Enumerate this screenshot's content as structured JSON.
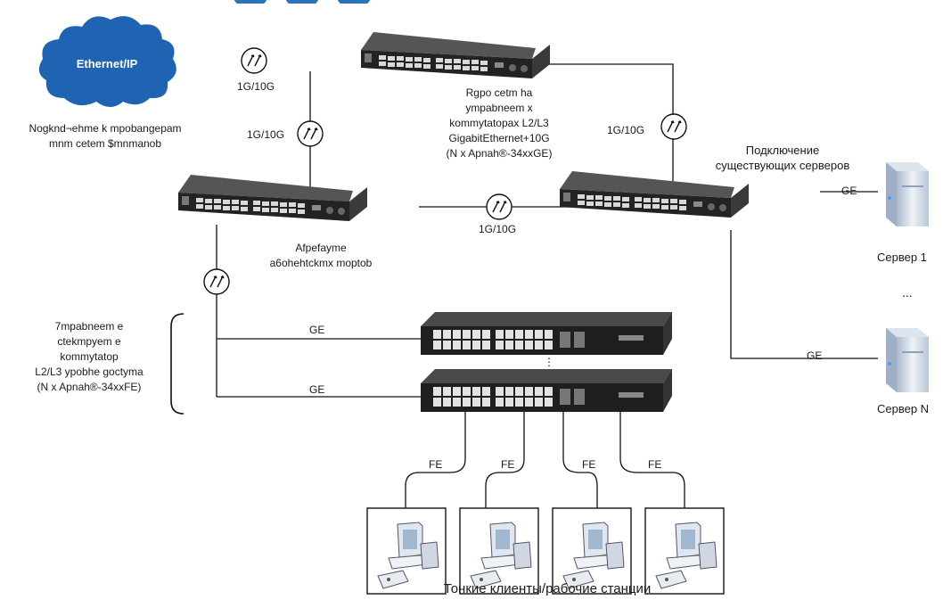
{
  "cloud": {
    "label": "Ethernet/IP",
    "color": "#1f63b3"
  },
  "labels": {
    "upstream_link": [
      "Nogknd¬ehme k mpobangepam",
      "mnm cetem $mnmanob"
    ],
    "core_layer": [
      "Rgpo cetm ha",
      "ympabneem x",
      "kommytatopax L2/L3",
      "GigabitEthernet+10G",
      "(N x Apnah®-34xxGE)"
    ],
    "aggregation": [
      "Afpefayme",
      "a6ohehtckmx moptob"
    ],
    "existing_servers": [
      "Подключение",
      "существующих серверов"
    ],
    "access_layer": [
      "7mpabneem e",
      "ctekmpyem e",
      "kommytatop",
      "L2/L3 ypobhe goctyma",
      "(N x Apnah®-34xxFE)"
    ],
    "clients": "Тонкие клиенты/рабочие станции"
  },
  "link_labels": {
    "g1": "1G/10G",
    "g2": "1G/10G",
    "g3": "1G/10G",
    "g4": "1G/10G",
    "ge_server": "GE",
    "ge_server_n": "GE",
    "ge_access_1": "GE",
    "ge_access_2": "GE",
    "fe_1": "FE",
    "fe_2": "FE",
    "fe_3": "FE",
    "fe_4": "FE"
  },
  "servers": [
    "Сервер 1",
    "Сервер N"
  ],
  "server_ellipsis": "...",
  "access_ellipsis": "⋮",
  "colors": {
    "switch_body": "#2b2b2b",
    "line": "#1a1a1a",
    "server": "#c9d4e2"
  }
}
